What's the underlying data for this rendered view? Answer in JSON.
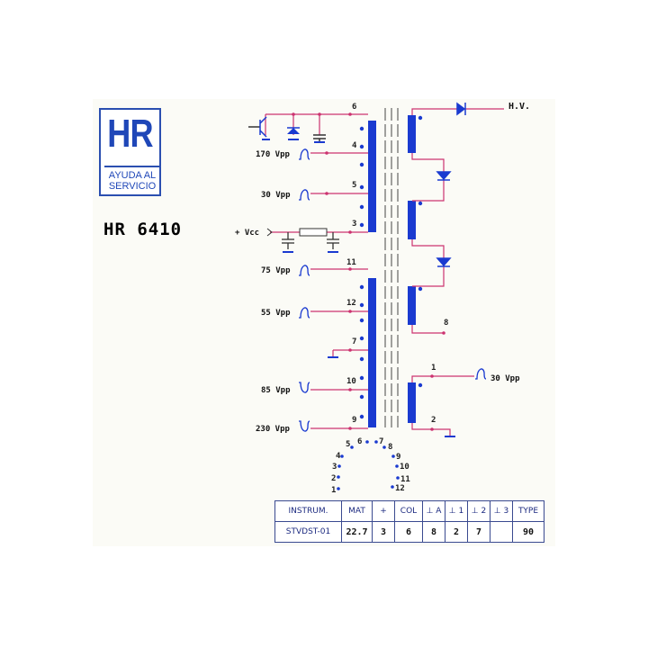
{
  "logo": {
    "letters": "HR",
    "line1": "AYUDA AL",
    "line2": "SERVICIO"
  },
  "model": "HR  6410",
  "colors": {
    "brand_blue": "#1f47b8",
    "wire": "#cc3370",
    "coil": "#1a3ad0"
  },
  "primary": {
    "pins": [
      {
        "pin": "6",
        "label": ""
      },
      {
        "pin": "4",
        "label": "170 Vpp"
      },
      {
        "pin": "5",
        "label": "30 Vpp"
      },
      {
        "pin": "3",
        "label": "+ Vcc"
      },
      {
        "pin": "11",
        "label": "75 Vpp"
      },
      {
        "pin": "12",
        "label": "55 Vpp"
      },
      {
        "pin": "7",
        "label": ""
      },
      {
        "pin": "10",
        "label": "85 Vpp"
      },
      {
        "pin": "9",
        "label": "230 Vpp"
      }
    ]
  },
  "secondary": {
    "hv_label": "H.V.",
    "pin8": "8",
    "pin1": "1",
    "pin2": "2",
    "pin1_label": "30 Vpp"
  },
  "base_pins": [
    "5",
    "6",
    "4",
    "3",
    "2",
    "1",
    "7",
    "8",
    "9",
    "10",
    "11",
    "12"
  ],
  "table": {
    "headers": [
      "INSTRUM.",
      "MAT",
      "+",
      "COL",
      "⊥ A",
      "⊥ 1",
      "⊥ 2",
      "⊥ 3",
      "TYPE"
    ],
    "values": [
      "STVDST-01",
      "22.7",
      "3",
      "6",
      "8",
      "2",
      "7",
      "",
      "90"
    ]
  }
}
